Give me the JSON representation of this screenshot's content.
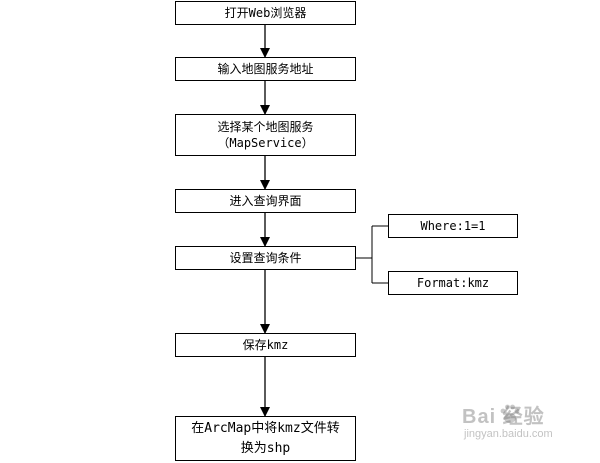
{
  "colors": {
    "stroke": "#000000",
    "background": "#ffffff",
    "watermark": "#9a9a9a"
  },
  "flow": {
    "step1": "打开Web浏览器",
    "step2": "输入地图服务地址",
    "step3": "选择某个地图服务\n（MapService）",
    "step4": "进入查询界面",
    "step5": "设置查询条件",
    "step6": "保存kmz",
    "step7": "在ArcMap中将kmz文件转\n换为shp"
  },
  "conditions": {
    "where": "Where:1=1",
    "format": "Format:kmz"
  },
  "watermark": {
    "logo": "Bai 经验",
    "logo_icon": "paw-icon",
    "url": "jingyan.baidu.com"
  }
}
